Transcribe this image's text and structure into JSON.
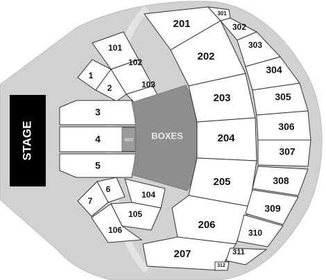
{
  "colors": {
    "background": "#ffffff",
    "venue": "#d1d1d1",
    "aisle": "#e3e3e3",
    "section": "#ffffff",
    "stage": "#000000",
    "stage_text": "#ffffff",
    "boxes": "#8e8e8e",
    "boxes_text": "#e8e8e8",
    "mix": "#9a9a9a",
    "mix_text": "#dddddd",
    "outline": "#2f2f2f"
  },
  "stage": {
    "label": "STAGE"
  },
  "boxes": {
    "label": "BOXES"
  },
  "mix": {
    "label": "MIX"
  },
  "sections": {
    "s1": "1",
    "s2": "2",
    "s3": "3",
    "s4": "4",
    "s5": "5",
    "s6": "6",
    "s7": "7",
    "s101": "101",
    "s102": "102",
    "s103": "103",
    "s104": "104",
    "s105": "105",
    "s106": "106",
    "s201": "201",
    "s202": "202",
    "s203": "203",
    "s204": "204",
    "s205": "205",
    "s206": "206",
    "s207": "207",
    "s301": "301",
    "s302": "302",
    "s303": "303",
    "s304": "304",
    "s305": "305",
    "s306": "306",
    "s307": "307",
    "s308": "308",
    "s309": "309",
    "s310": "310",
    "s311": "311",
    "s312": "312"
  }
}
